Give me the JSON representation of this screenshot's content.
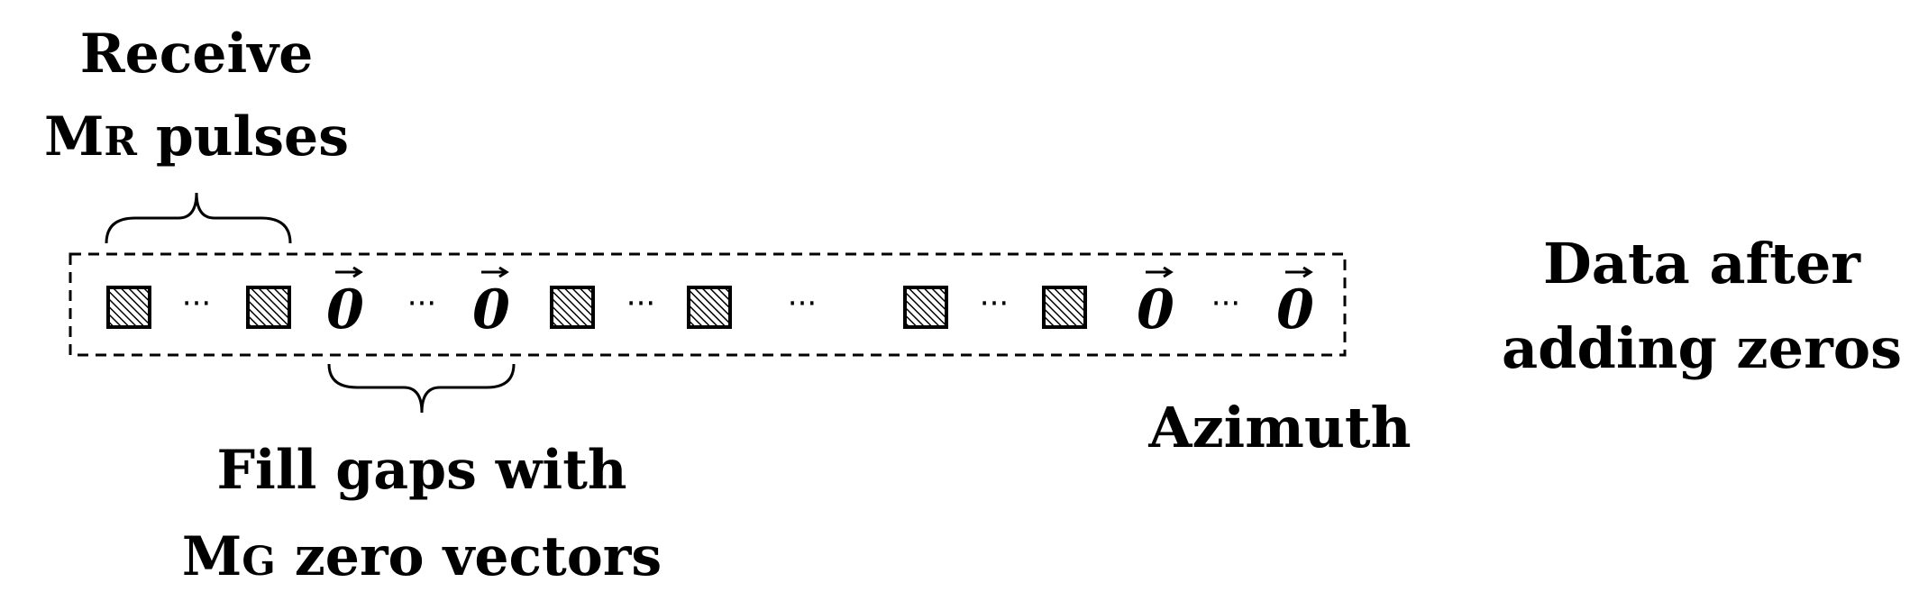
{
  "labels": {
    "receive_line1": "Receive",
    "receive_main": "M",
    "receive_sub": "R",
    "receive_rest": " pulses",
    "fill_line1": "Fill gaps with",
    "fill_main": "M",
    "fill_sub": "G",
    "fill_rest": " zero vectors",
    "data_line1": "Data after",
    "data_line2": "adding zeros",
    "azimuth": "Azimuth"
  },
  "sequence": {
    "zero_symbol": "0",
    "ellipsis": "···"
  },
  "colors": {
    "ink": "#000000",
    "background": "#ffffff"
  }
}
